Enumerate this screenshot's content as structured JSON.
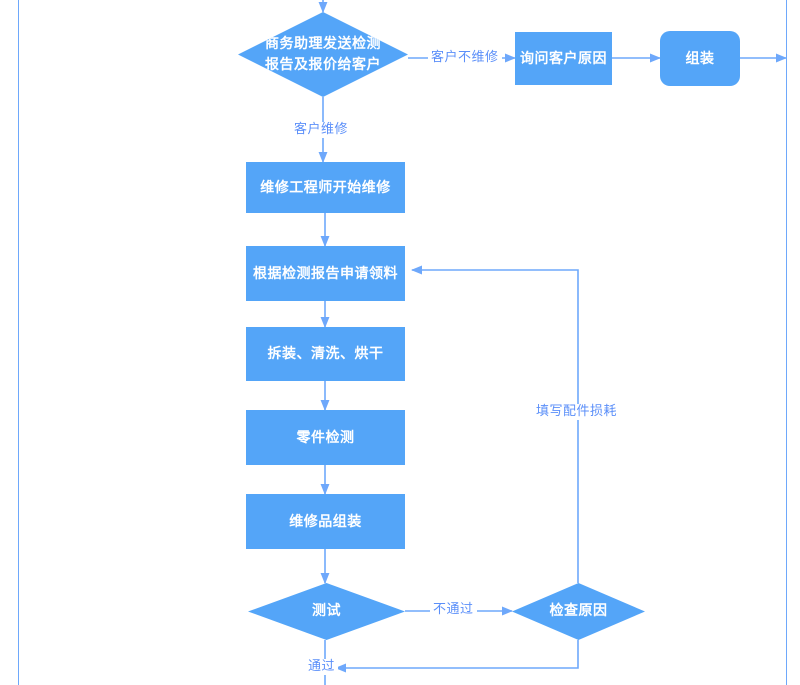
{
  "diagram": {
    "type": "flowchart",
    "title_visible": false,
    "colors": {
      "node_fill": "#54a5f8",
      "node_text": "#ffffff",
      "edge_line": "#6ea8fb",
      "edge_label_text": "#5b8ff9",
      "page_rule": "#6ea8fb",
      "background": "#ffffff"
    },
    "nodes": [
      {
        "id": "send_report",
        "shape": "diamond",
        "label": "商务助理发送检测报告及报价给客户"
      },
      {
        "id": "ask_reason",
        "shape": "rect",
        "label": "询问客户原因"
      },
      {
        "id": "assemble",
        "shape": "rounded-rect",
        "label": "组装"
      },
      {
        "id": "engineer_start",
        "shape": "rect",
        "label": "维修工程师开始维修"
      },
      {
        "id": "apply_parts",
        "shape": "rect",
        "label": "根据检测报告申请领料"
      },
      {
        "id": "disassemble",
        "shape": "rect",
        "label": "拆装、清洗、烘干"
      },
      {
        "id": "part_check",
        "shape": "rect",
        "label": "零件检测"
      },
      {
        "id": "repair_assemble",
        "shape": "rect",
        "label": "维修品组装"
      },
      {
        "id": "test",
        "shape": "diamond",
        "label": "测试"
      },
      {
        "id": "check_cause",
        "shape": "diamond",
        "label": "检查原因"
      }
    ],
    "node_lines": {
      "send_report_line1": "商务助理发送检测",
      "send_report_line2": "报告及报价给客户"
    },
    "edge_labels": [
      {
        "id": "no_repair",
        "text": "客户不维修"
      },
      {
        "id": "do_repair",
        "text": "客户维修"
      },
      {
        "id": "parts_usage",
        "text": "填写配件损耗"
      },
      {
        "id": "fail",
        "text": "不通过"
      },
      {
        "id": "pass",
        "text": "通过"
      }
    ]
  }
}
